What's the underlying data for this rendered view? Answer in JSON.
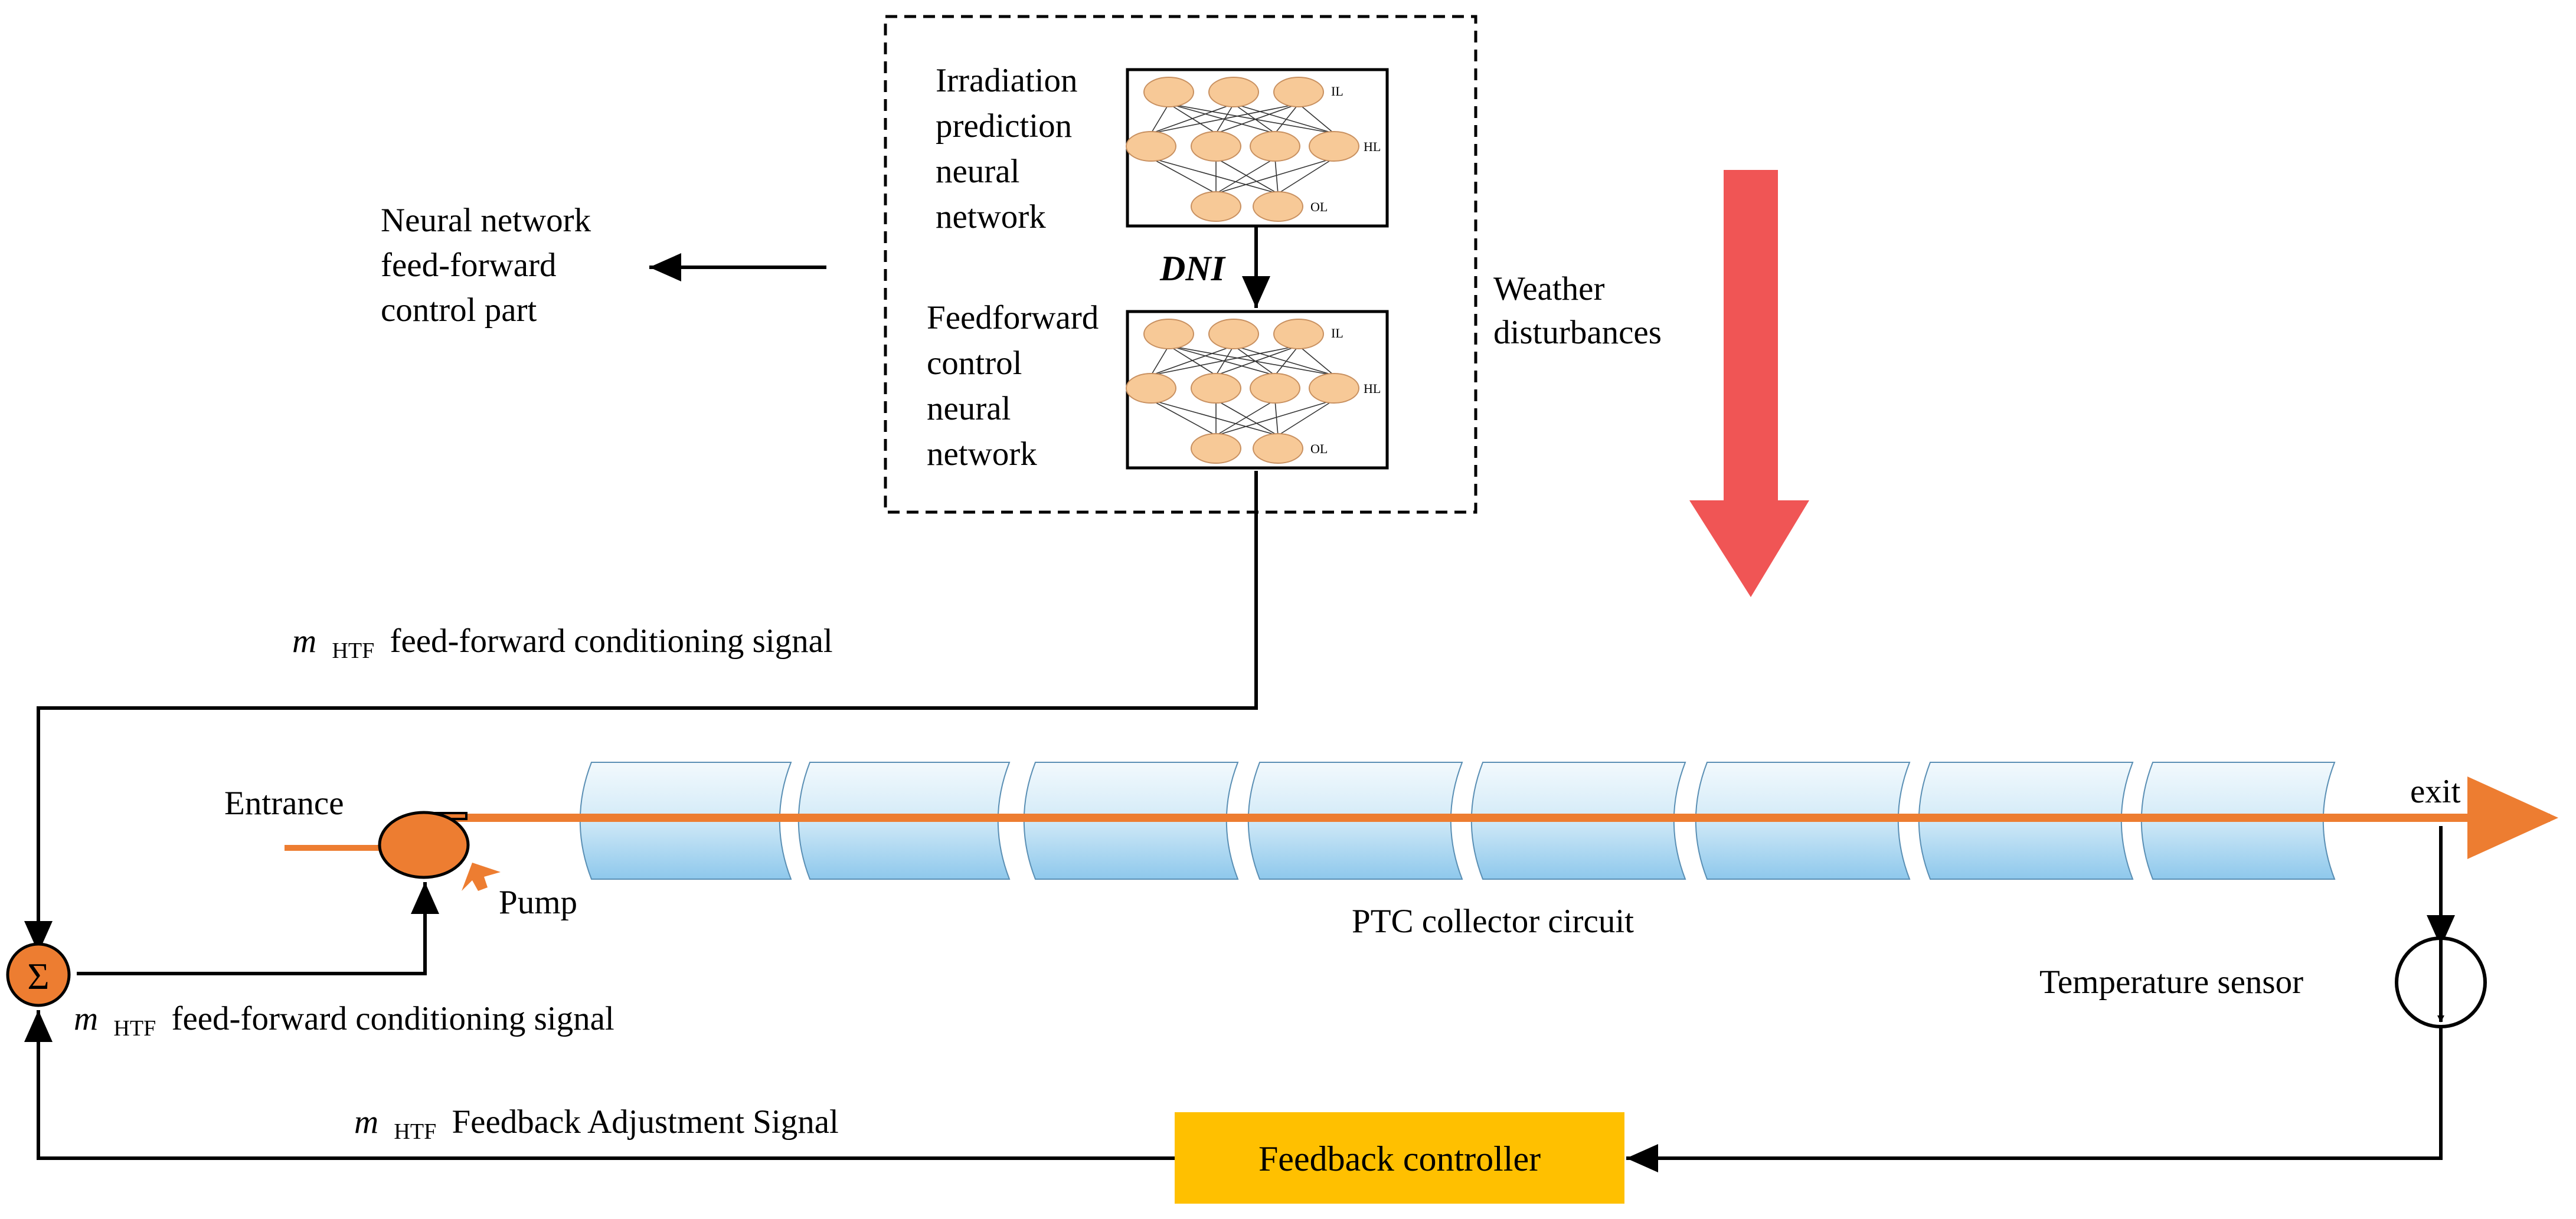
{
  "labels": {
    "nn_part_line1": "Neural network",
    "nn_part_line2": "feed-forward",
    "nn_part_line3": "control part",
    "irr_line1": "Irradiation",
    "irr_line2": "prediction",
    "irr_line3": "neural",
    "irr_line4": "network",
    "dni": "DNI",
    "ff_line1": "Feedforward",
    "ff_line2": "control",
    "ff_line3": "neural",
    "ff_line4": "network",
    "weather_line1": "Weather",
    "weather_line2": "disturbances",
    "ff_signal_top_sym": "m",
    "ff_signal_top_sub": "HTF",
    "ff_signal_top_text": "feed-forward conditioning signal",
    "entrance": "Entrance",
    "pump": "Pump",
    "exit": "exit",
    "ptc": "PTC collector circuit",
    "temp_sensor": "Temperature sensor",
    "ff_signal_bot_sym": "m",
    "ff_signal_bot_sub": "HTF",
    "ff_signal_bot_text": "feed-forward conditioning signal",
    "fb_signal_sym": "m",
    "fb_signal_sub": "HTF",
    "fb_signal_text": "Feedback Adjustment Signal",
    "fb_controller": "Feedback controller",
    "sum_symbol": "Σ",
    "layer_il": "IL",
    "layer_hl": "HL",
    "layer_ol": "OL"
  },
  "colors": {
    "flow": "#ed7d31",
    "node": "#f7c997",
    "arrow_red": "#f05555",
    "controller": "#ffc000",
    "tube_top": "#e8f4fb",
    "tube_bottom": "#9fd0ee"
  }
}
